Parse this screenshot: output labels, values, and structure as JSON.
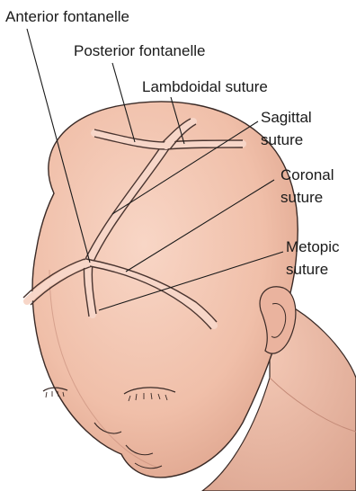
{
  "labels": {
    "anterior_fontanelle": "Anterior fontanelle",
    "posterior_fontanelle": "Posterior fontanelle",
    "lambdoidal_suture": "Lambdoidal suture",
    "sagittal_line1": "Sagittal",
    "sagittal_line2": "suture",
    "coronal_line1": "Coronal",
    "coronal_line2": "suture",
    "metopic_line1": "Metopic",
    "metopic_line2": "suture"
  },
  "colors": {
    "skin": "#f2c4b0",
    "skin_shadow": "#d9a08c",
    "outline": "#3a2a26",
    "text": "#1a1a1a",
    "background": "#ffffff"
  }
}
